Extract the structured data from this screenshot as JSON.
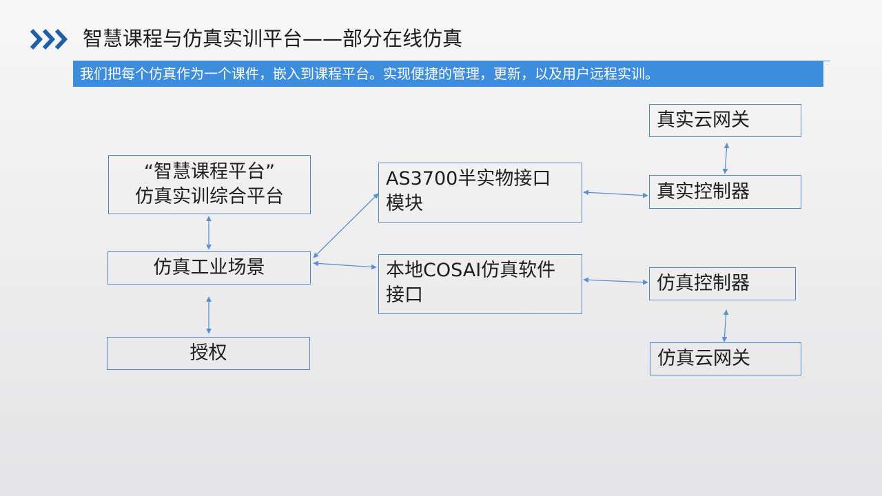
{
  "page": {
    "title": "智慧课程与仿真实训平台——部分在线仿真",
    "subtitle": "我们把每个仿真作为一个课件，嵌入到课程平台。实现便捷的管理，更新，以及用户远程实训。"
  },
  "diagram": {
    "nodes": {
      "platform": "“智慧课程平台”\n仿真实训综合平台",
      "industrial_scene": "仿真工业场景",
      "authorization": "授权",
      "as3700_module": "AS3700半实物接口\n模块",
      "cosai_interface": "本地COSAI仿真软件\n接口",
      "real_gateway": "真实云网关",
      "real_controller": "真实控制器",
      "sim_controller": "仿真控制器",
      "sim_gateway": "仿真云网关"
    },
    "edges": [
      {
        "from": "platform",
        "to": "industrial_scene",
        "direction": "both"
      },
      {
        "from": "industrial_scene",
        "to": "authorization",
        "direction": "both"
      },
      {
        "from": "industrial_scene",
        "to": "as3700_module",
        "direction": "both"
      },
      {
        "from": "industrial_scene",
        "to": "cosai_interface",
        "direction": "both"
      },
      {
        "from": "as3700_module",
        "to": "real_controller",
        "direction": "both"
      },
      {
        "from": "real_gateway",
        "to": "real_controller",
        "direction": "both"
      },
      {
        "from": "cosai_interface",
        "to": "sim_controller",
        "direction": "both"
      },
      {
        "from": "sim_controller",
        "to": "sim_gateway",
        "direction": "both"
      }
    ]
  },
  "colors": {
    "accent_blue": "#3c8dde",
    "chevron_blue": "#1f5fa8",
    "node_border": "#4f86c6",
    "edge": "#5b8fd0"
  },
  "icons": {
    "title_marker": "triple-chevron-right-icon"
  }
}
